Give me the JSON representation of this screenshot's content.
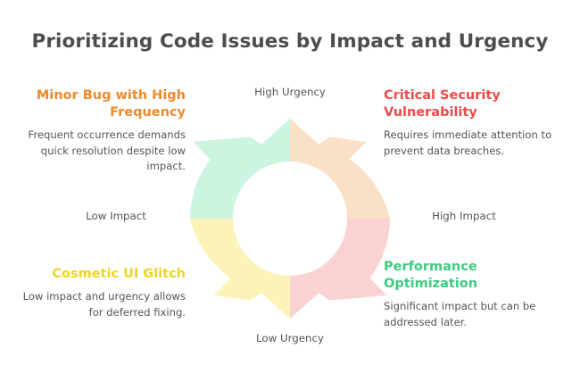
{
  "title": "Prioritizing Code Issues by Impact and Urgency",
  "axes": {
    "top": "High Urgency",
    "bottom": "Low Urgency",
    "left": "Low Impact",
    "right": "High Impact"
  },
  "quadrants": [
    {
      "id": "top-left",
      "heading": "Minor Bug with High Frequency",
      "description": "Frequent occurrence demands quick resolution despite low impact.",
      "heading_color": "#EE8A2B",
      "segment_color": "#CCF5E0"
    },
    {
      "id": "top-right",
      "heading": "Critical Security Vulnerability",
      "description": "Requires immediate attention to prevent data breaches.",
      "heading_color": "#EE4B4B",
      "segment_color": "#FBE0C8"
    },
    {
      "id": "bottom-left",
      "heading": "Cosmetic UI Glitch",
      "description": "Low impact and urgency allows for deferred fixing.",
      "heading_color": "#EDD521",
      "segment_color": "#FCF3B8"
    },
    {
      "id": "bottom-right",
      "heading": "Performance Optimization",
      "description": "Significant impact but can be addressed later.",
      "heading_color": "#3DCB7E",
      "segment_color": "#FBD2D2"
    }
  ],
  "diagram": {
    "name": "cyclic-arrow-ring",
    "direction": "clockwise",
    "segment_count": 4,
    "background": "#FFFFFF",
    "text_color": "#555555",
    "title_color": "#4D4D4D"
  }
}
